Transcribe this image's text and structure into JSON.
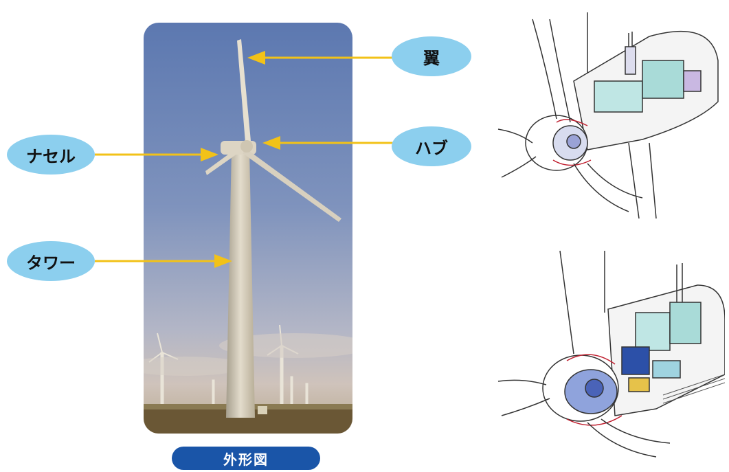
{
  "labels": {
    "blade": "翼",
    "nacelle": "ナセル",
    "hub": "ハブ",
    "tower": "タワー"
  },
  "caption": "外形図",
  "colors": {
    "callout_fill": "#8ccfee",
    "arrow": "#f2c218",
    "caption_fill": "#1a55a8",
    "sky_top": "#5d7ab1",
    "sky_bottom": "#c6c0be",
    "ground": "#5a4a2c"
  },
  "icons": [
    "wind-turbine-photo",
    "nacelle-cutaway-illustration",
    "nacelle-cutaway-illustration-alt"
  ]
}
